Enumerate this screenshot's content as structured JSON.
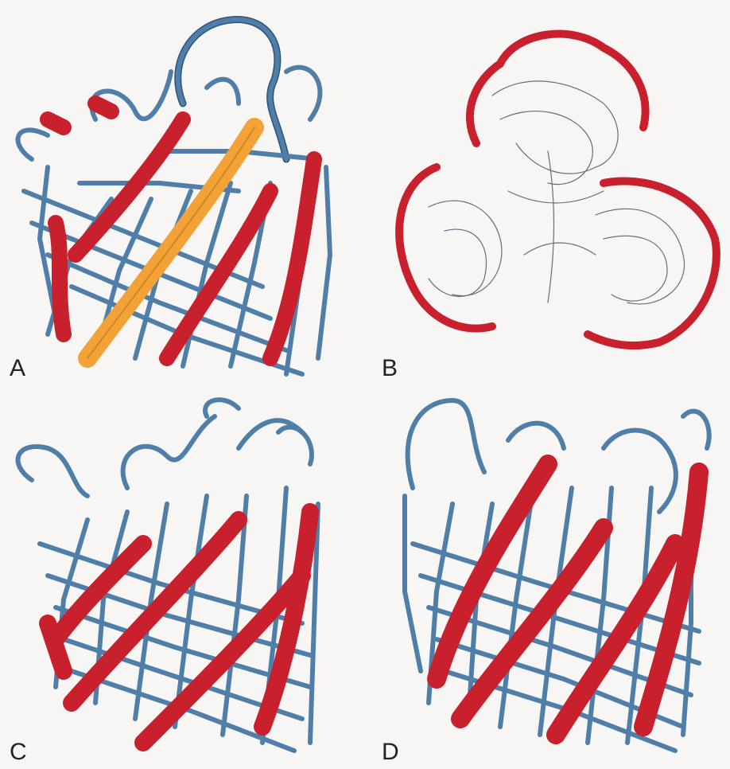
{
  "figure": {
    "panels": [
      {
        "label": "A"
      },
      {
        "label": "B"
      },
      {
        "label": "C"
      },
      {
        "label": "D"
      }
    ],
    "colors": {
      "background": "#f7f6f4",
      "coil": "#4f7fa8",
      "coil_dark": "#2f5476",
      "strand": "#c8202c",
      "strand_dark": "#8f1419",
      "highlight_strand": "#f2a236",
      "thin_trace": "#5a5f6e"
    }
  }
}
